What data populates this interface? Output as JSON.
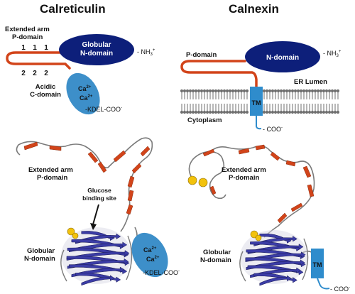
{
  "left": {
    "title": "Calreticulin",
    "schematic": {
      "arm_line1": "Extended arm",
      "arm_line2": "P-domain",
      "repeats_top": [
        "1",
        "1",
        "1"
      ],
      "repeats_bottom": [
        "2",
        "2",
        "2"
      ],
      "globular_line1": "Globular",
      "globular_line2": "N-domain",
      "nh3": "- NH",
      "nh3_sub": "3",
      "nh3_sup": "+",
      "acidic_line1": "Acidic",
      "acidic_line2": "C-domain",
      "ca_line1": "Ca",
      "ca_line2": "Ca",
      "ca_sup": "2+",
      "kdel": "-KDEL-COO",
      "kdel_sup": "-"
    },
    "structure": {
      "arm_line1": "Extended arm",
      "arm_line2": "P-domain",
      "glucose_line1": "Glucose",
      "glucose_line2": "binding site",
      "globular_line1": "Globular",
      "globular_line2": "N-domain",
      "ca_line1": "Ca",
      "ca_line2": "Ca",
      "ca_sup": "2+",
      "kdel": "-KDEL-COO",
      "kdel_sup": "-"
    }
  },
  "right": {
    "title": "Calnexin",
    "schematic": {
      "pdomain": "P-domain",
      "ndomain": "N-domain",
      "nh3": "- NH",
      "nh3_sub": "3",
      "nh3_sup": "+",
      "er_lumen": "ER Lumen",
      "tm": "TM",
      "cytoplasm": "Cytoplasm",
      "coo": "- COO",
      "coo_sup": "-"
    },
    "structure": {
      "arm_line1": "Extended arm",
      "arm_line2": "P-domain",
      "globular_line1": "Globular",
      "globular_line2": "N-domain",
      "tm": "TM",
      "coo": "- COO",
      "coo_sup": "-"
    }
  },
  "colors": {
    "globular_navy": "#0d1f7a",
    "acidic_blue": "#3d8fc9",
    "tm_blue": "#2f8ccc",
    "arm_orange": "#d2441a",
    "sheet_blue": "#3b3ca6",
    "calcium_yellow": "#f2c20c",
    "membrane_gray": "#6f6f6f"
  }
}
